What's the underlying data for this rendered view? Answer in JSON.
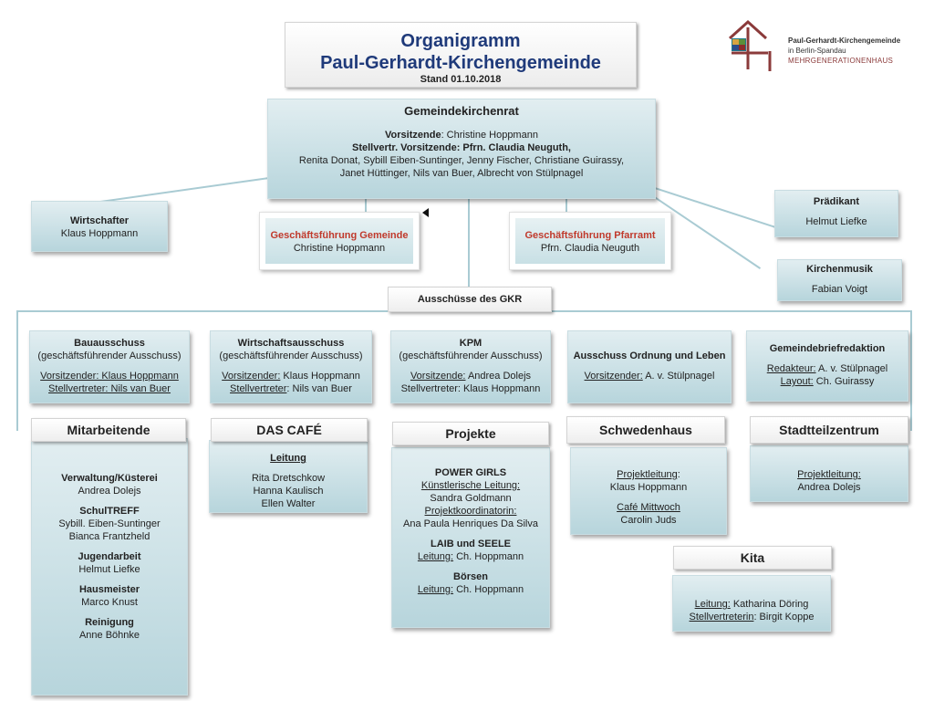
{
  "title": {
    "line1": "Organigramm",
    "line2": "Paul-Gerhardt-Kirchengemeinde",
    "date": "Stand 01.10.2018"
  },
  "logo": {
    "line1": "Paul-Gerhardt-Kirchengemeinde",
    "line2": "in Berlin-Spandau",
    "line3": "MEHRGENERATIONENHAUS"
  },
  "gkr": {
    "title": "Gemeindekirchenrat",
    "chair_label": "Vorsitzende",
    "chair_name": ": Christine Hoppmann",
    "deputy": "Stellvertr. Vorsitzende:  Pfrn. Claudia Neuguth,",
    "members1": "Renita Donat, Sybill Eiben-Suntinger, Jenny Fischer, Christiane Guirassy,",
    "members2": "Janet Hüttinger, Nils van Buer, Albrecht von Stülpnagel"
  },
  "wirtschafter": {
    "title": "Wirtschafter",
    "name": "Klaus Hoppmann"
  },
  "gf_gemeinde": {
    "title": "Geschäftsführung Gemeinde",
    "name": "Christine Hoppmann"
  },
  "gf_pfarramt": {
    "title": "Geschäftsführung Pfarramt",
    "name": "Pfrn. Claudia Neuguth"
  },
  "praedikant": {
    "title": "Prädikant",
    "name": "Helmut Liefke"
  },
  "kirchenmusik": {
    "title": "Kirchenmusik",
    "name": "Fabian Voigt"
  },
  "ausschuesse": {
    "title": "Ausschüsse des GKR"
  },
  "committees": {
    "bau": {
      "title": "Bauausschuss",
      "sub": "(geschäftsführender Ausschuss)",
      "l1": "Vorsitzender: Klaus Hoppmann",
      "l2": "Stellvertreter: Nils van Buer"
    },
    "wirtschaft": {
      "title": "Wirtschaftsausschuss",
      "sub": "(geschäftsführender Ausschuss)",
      "l1a": "Vorsitzender:",
      "l1b": "  Klaus Hoppmann",
      "l2a": "Stellvertreter",
      "l2b": ": Nils van Buer"
    },
    "kpm": {
      "title": "KPM",
      "sub": "(geschäftsführender Ausschuss)",
      "l1a": "Vorsitzende:",
      "l1b": "  Andrea Dolejs",
      "l2": "Stellvertreter: Klaus Hoppmann"
    },
    "ordnung": {
      "title": "Ausschuss Ordnung und Leben",
      "l1a": "Vorsitzender:",
      "l1b": " A. v. Stülpnagel"
    },
    "brief": {
      "title": "Gemeindebriefredaktion",
      "l1a": "Redakteur:",
      "l1b": " A. v. Stülpnagel",
      "l2a": "Layout:",
      "l2b": " Ch. Guirassy"
    }
  },
  "mitarbeitende": {
    "header": "Mitarbeitende",
    "g1_title": "Verwaltung/Küsterei",
    "g1_name": "Andrea Dolejs",
    "g2_title": "SchulTREFF",
    "g2_name1": "Sybill. Eiben-Suntinger",
    "g2_name2": "Bianca Frantzheld",
    "g3_title": "Jugendarbeit",
    "g3_name": "Helmut  Liefke",
    "g4_title": "Hausmeister",
    "g4_name": "Marco Knust",
    "g5_title": "Reinigung",
    "g5_name": "Anne Böhnke"
  },
  "cafe": {
    "header": "DAS CAFÉ",
    "lead": "Leitung",
    "n1": "Rita Dretschkow",
    "n2": "Hanna Kaulisch",
    "n3": "Ellen Walter"
  },
  "projekte": {
    "header": "Projekte",
    "p1_title": "POWER GIRLS",
    "p1_l1": "Künstlerische Leitung:",
    "p1_n1": "Sandra Goldmann",
    "p1_l2": "Projektkoordinatorin:",
    "p1_n2": "Ana Paula Henriques Da Silva",
    "p2_title": "LAIB und SEELE",
    "p2_la": "Leitung:",
    "p2_lb": " Ch. Hoppmann",
    "p3_title": "Börsen",
    "p3_la": "Leitung:",
    "p3_lb": " Ch. Hoppmann"
  },
  "schwedenhaus": {
    "header": "Schwedenhaus",
    "l1": "Projektleitung",
    "l1b": ":",
    "n1": "Klaus Hoppmann",
    "l2": "Café Mittwoch",
    "n2": "Carolin Juds"
  },
  "stadtteil": {
    "header": "Stadtteilzentrum",
    "l1": "Projektleitung:",
    "n1": "Andrea Dolejs"
  },
  "kita": {
    "header": "Kita",
    "l1a": "Leitung:",
    "l1b": " Katharina Döring",
    "l2a": "Stellvertreterin",
    "l2b": ": Birgit Koppe"
  },
  "colors": {
    "title": "#1f3a7a",
    "accent_red": "#c0392b",
    "box_top": "#e2eef1",
    "box_bottom": "#b7d5dc",
    "connector": "#a9cbd3"
  },
  "icons": [
    "house-logo-icon",
    "arrow-left-icon"
  ]
}
